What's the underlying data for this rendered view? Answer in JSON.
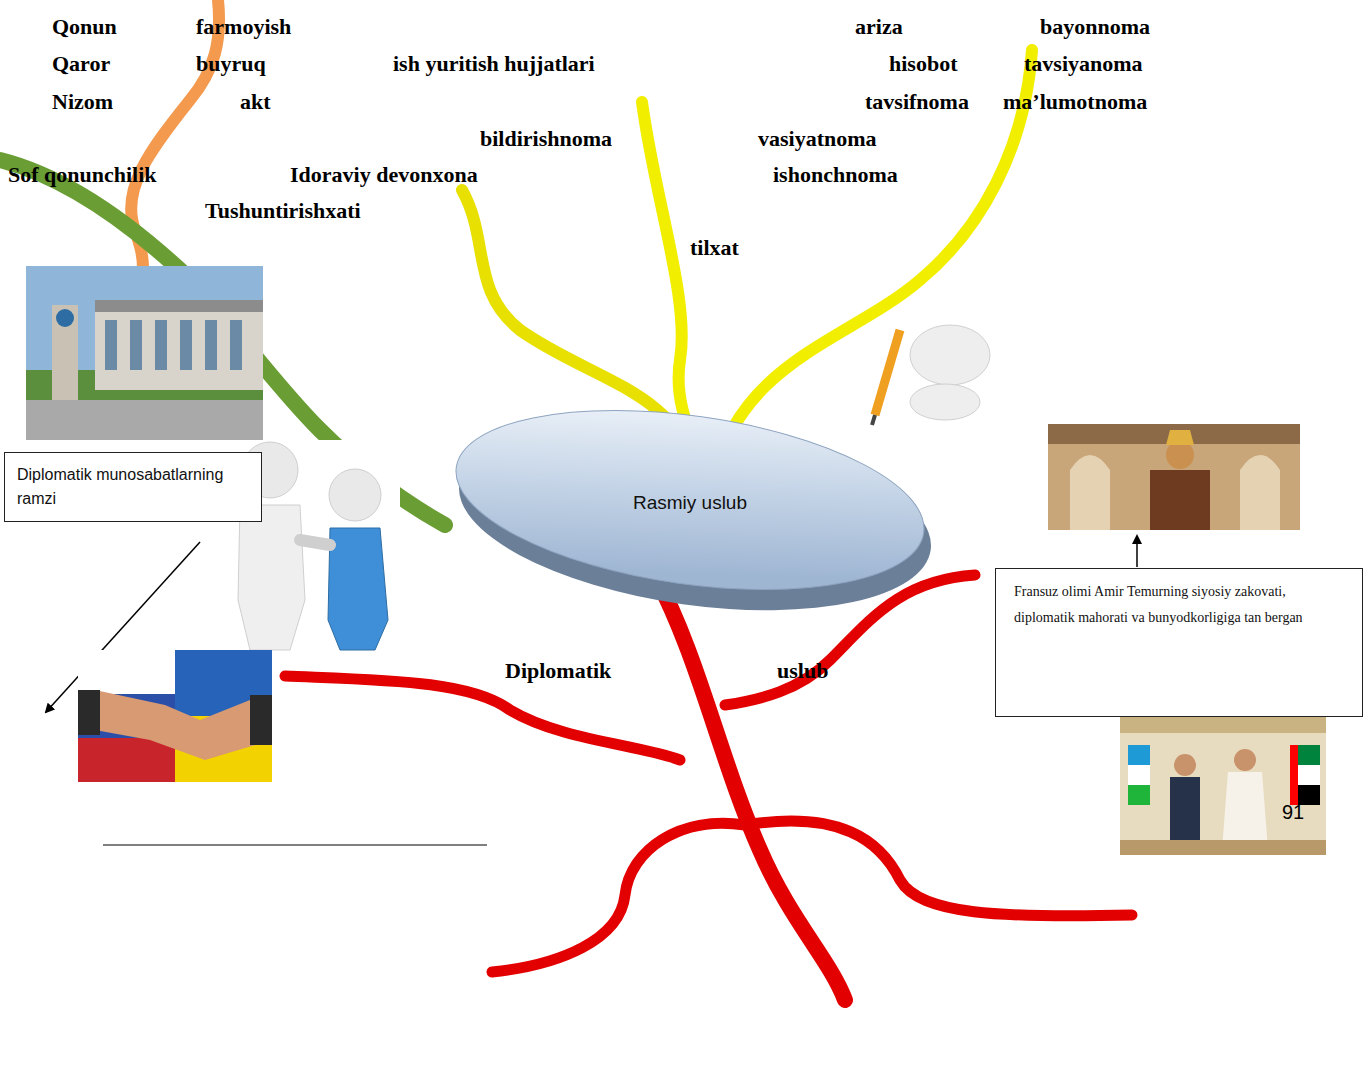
{
  "diagram": {
    "nodes": [
      {
        "text": [
          "Rasmiy uslub"
        ]
      },
      {
        "text": [
          "Diplomatik munosabatlarning ramzi"
        ]
      },
      {
        "text": [
          "Fransuz olimi Amir Temurning siyosiy zakovati, diplomatik mahorati va bunyodkorligiga tan bergan"
        ]
      }
    ],
    "labels": [
      "Qonun",
      "farmoyish",
      "ariza",
      "bayonnoma",
      "Qaror",
      "buyruq",
      "ish yuritish hujjatlari",
      "hisobot",
      "tavsiyanoma",
      "Nizom",
      "akt",
      "tavsifnoma",
      "ma’lumotnoma",
      "bildirishnoma",
      "vasiyatnoma",
      "Sof qonunchilik",
      "Idoraviy devonxona",
      "ishonchnoma",
      "Tushuntirishxati",
      "tilxat",
      "Diplomatik",
      "uslub",
      "91"
    ]
  }
}
